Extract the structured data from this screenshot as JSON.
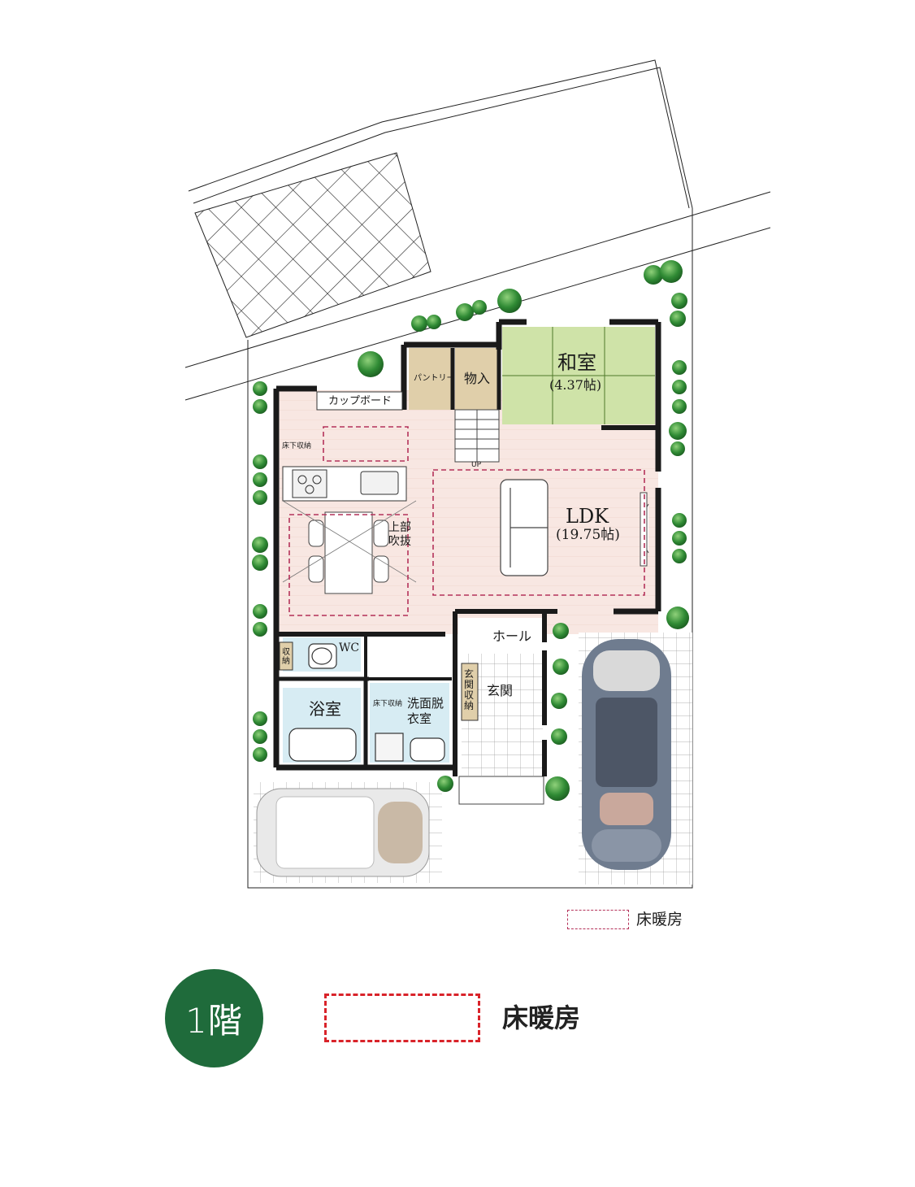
{
  "rooms": {
    "ldk": "LDK",
    "ldk_size": "(19.75帖)",
    "washitsu": "和室",
    "washitsu_size": "(4.37帖)",
    "cupboard": "カップボード",
    "pantry": "パントリー",
    "storage": "物入",
    "fukinuke": "上部吹抜",
    "underfloor_storage_1": "床下収納",
    "underfloor_storage_2": "床下収納",
    "stairs_up": "UP",
    "hall": "ホール",
    "entrance": "玄関",
    "wc": "WC",
    "bathroom": "浴室",
    "washroom": "洗面脱衣室",
    "wc_storage": "収納",
    "entrance_storage": "玄関収納"
  },
  "legend": {
    "small_label": "床暖房",
    "floor_label": "1階",
    "main_label": "床暖房"
  },
  "colors": {
    "ldk_floor": "#f7e6e1",
    "washitsu": "#cfe3a8",
    "pantry": "#e0cfaa",
    "bath": "#d7ecf3",
    "wall": "#1a1a1a",
    "heating_dash": "#b4325a",
    "legend_dash": "#d9232a",
    "floor_badge": "#1f6b3b",
    "tree": "#2f7d2f",
    "car_gray": "#6f7c8f"
  }
}
